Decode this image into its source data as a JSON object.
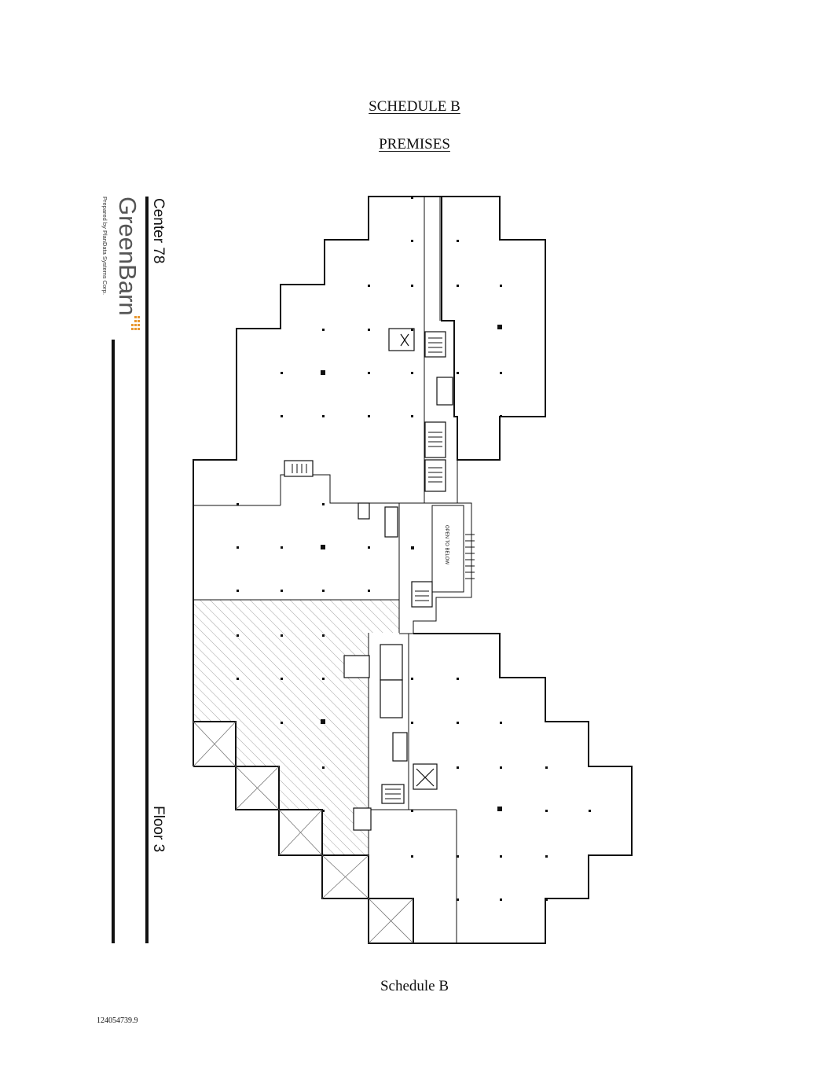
{
  "document": {
    "heading": "SCHEDULE B",
    "subheading": "PREMISES",
    "caption": "Schedule B",
    "doc_id": "124054739.9"
  },
  "plan": {
    "building": "Center 78",
    "floor": "Floor 3",
    "logo_text": "GreenBarn",
    "prepared_by": "Prepared by PlanData Systems Corp.",
    "atrium_label": "OPEN TO BELOW",
    "hatch_color": "#999999",
    "wall_color": "#111111",
    "logo_accent": "#e8962e"
  }
}
